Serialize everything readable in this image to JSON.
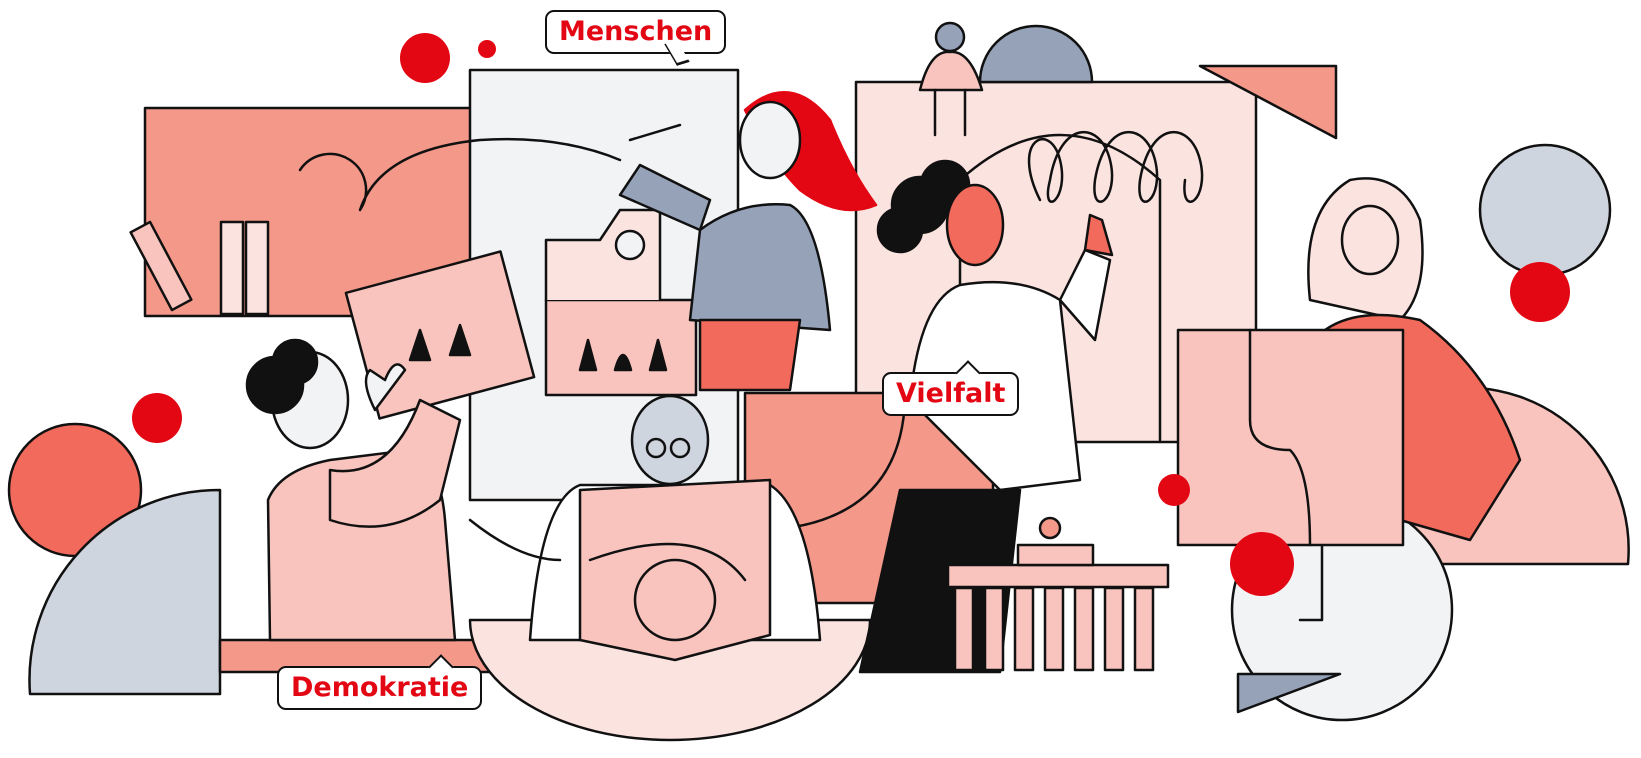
{
  "labels": {
    "menschen": "Menschen",
    "vielfalt": "Vielfalt",
    "demokratie": "Demokratie"
  },
  "colors": {
    "red": "#e30613",
    "coral": "#f4988a",
    "salmon": "#f26a5c",
    "light_pink": "#f8c4bd",
    "pale_pink": "#fbe3e0",
    "slate": "#95a2b8",
    "light_slate": "#cfd5df",
    "off_white": "#f2f3f5",
    "ink": "#111111"
  }
}
